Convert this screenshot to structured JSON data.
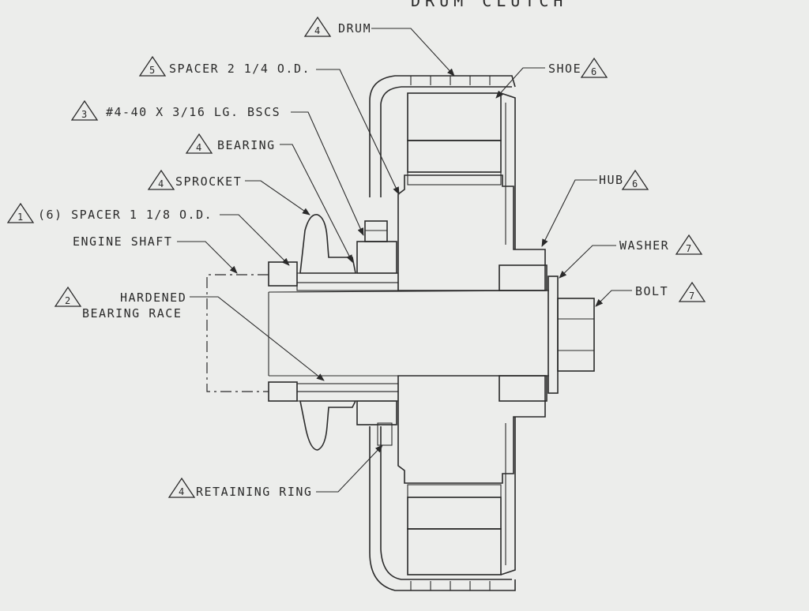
{
  "title": "DRUM CLUTCH",
  "labels": {
    "drum": {
      "num": "4",
      "text": "DRUM"
    },
    "spacer_214": {
      "num": "5",
      "text": "SPACER 2 1/4 O.D."
    },
    "screw": {
      "num": "3",
      "text": "#4-40 X 3/16 LG. BSCS"
    },
    "bearing": {
      "num": "4",
      "text": "BEARING"
    },
    "sprocket": {
      "num": "4",
      "text": "SPROCKET"
    },
    "spacer_118": {
      "num": "1",
      "text": "(6) SPACER 1 1/8 O.D."
    },
    "engine_shaft": {
      "text": "ENGINE SHAFT"
    },
    "race": {
      "num": "2",
      "text1": "HARDENED",
      "text2": "BEARING RACE"
    },
    "retaining_ring": {
      "num": "4",
      "text": "RETAINING RING"
    },
    "shoe": {
      "num": "6",
      "text": "SHOE"
    },
    "hub": {
      "num": "6",
      "text": "HUB"
    },
    "washer": {
      "num": "7",
      "text": "WASHER"
    },
    "bolt": {
      "num": "7",
      "text": "BOLT"
    }
  }
}
